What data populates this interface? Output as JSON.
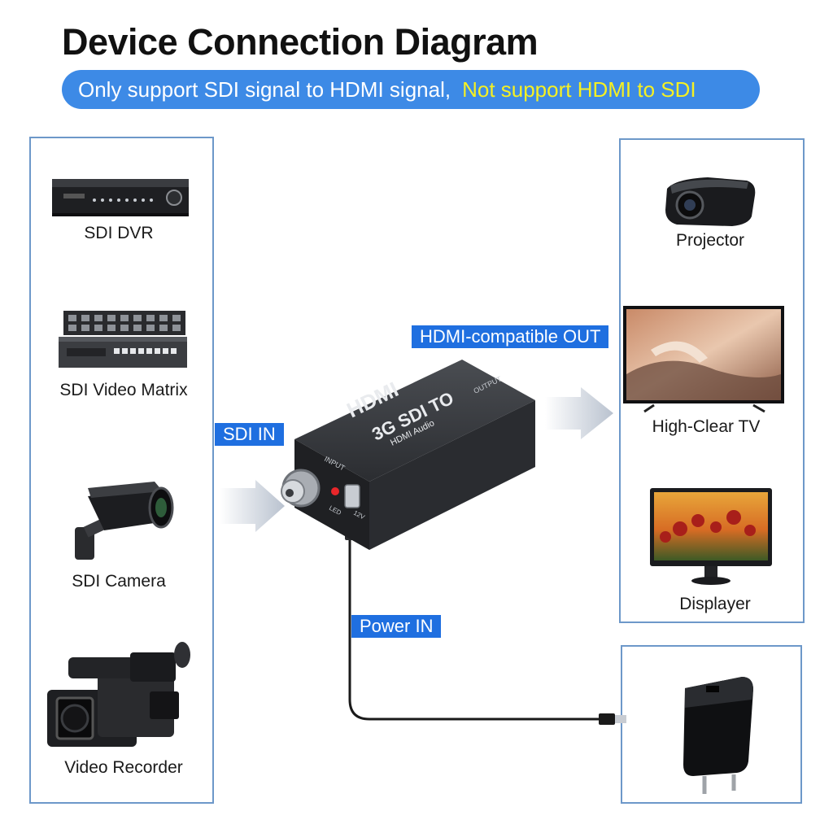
{
  "header": {
    "title": "Device Connection Diagram",
    "subtitle_main": "Only support SDI signal to HDMI signal,",
    "subtitle_highlight": "Not support HDMI to SDI"
  },
  "inputs": {
    "dvr": "SDI DVR",
    "matrix": "SDI Video Matrix",
    "camera": "SDI Camera",
    "recorder": "Video Recorder"
  },
  "outputs": {
    "projector": "Projector",
    "tv": "High-Clear TV",
    "displayer": "Displayer"
  },
  "tags": {
    "sdi_in": "SDI IN",
    "hdmi_out": "HDMI-compatible OUT",
    "power_in": "Power  IN"
  },
  "device": {
    "brand": "HDMI",
    "model": "3G SDI TO",
    "sub": "HDMI Audio",
    "input": "INPUT",
    "output": "OUTPUT",
    "led": "LED",
    "voltage": "12V"
  },
  "colors": {
    "accent_blue": "#1f6fe0",
    "pill_blue": "#3d8ae6",
    "highlight_yellow": "#f5f023",
    "panel_border": "#6d98c9"
  }
}
